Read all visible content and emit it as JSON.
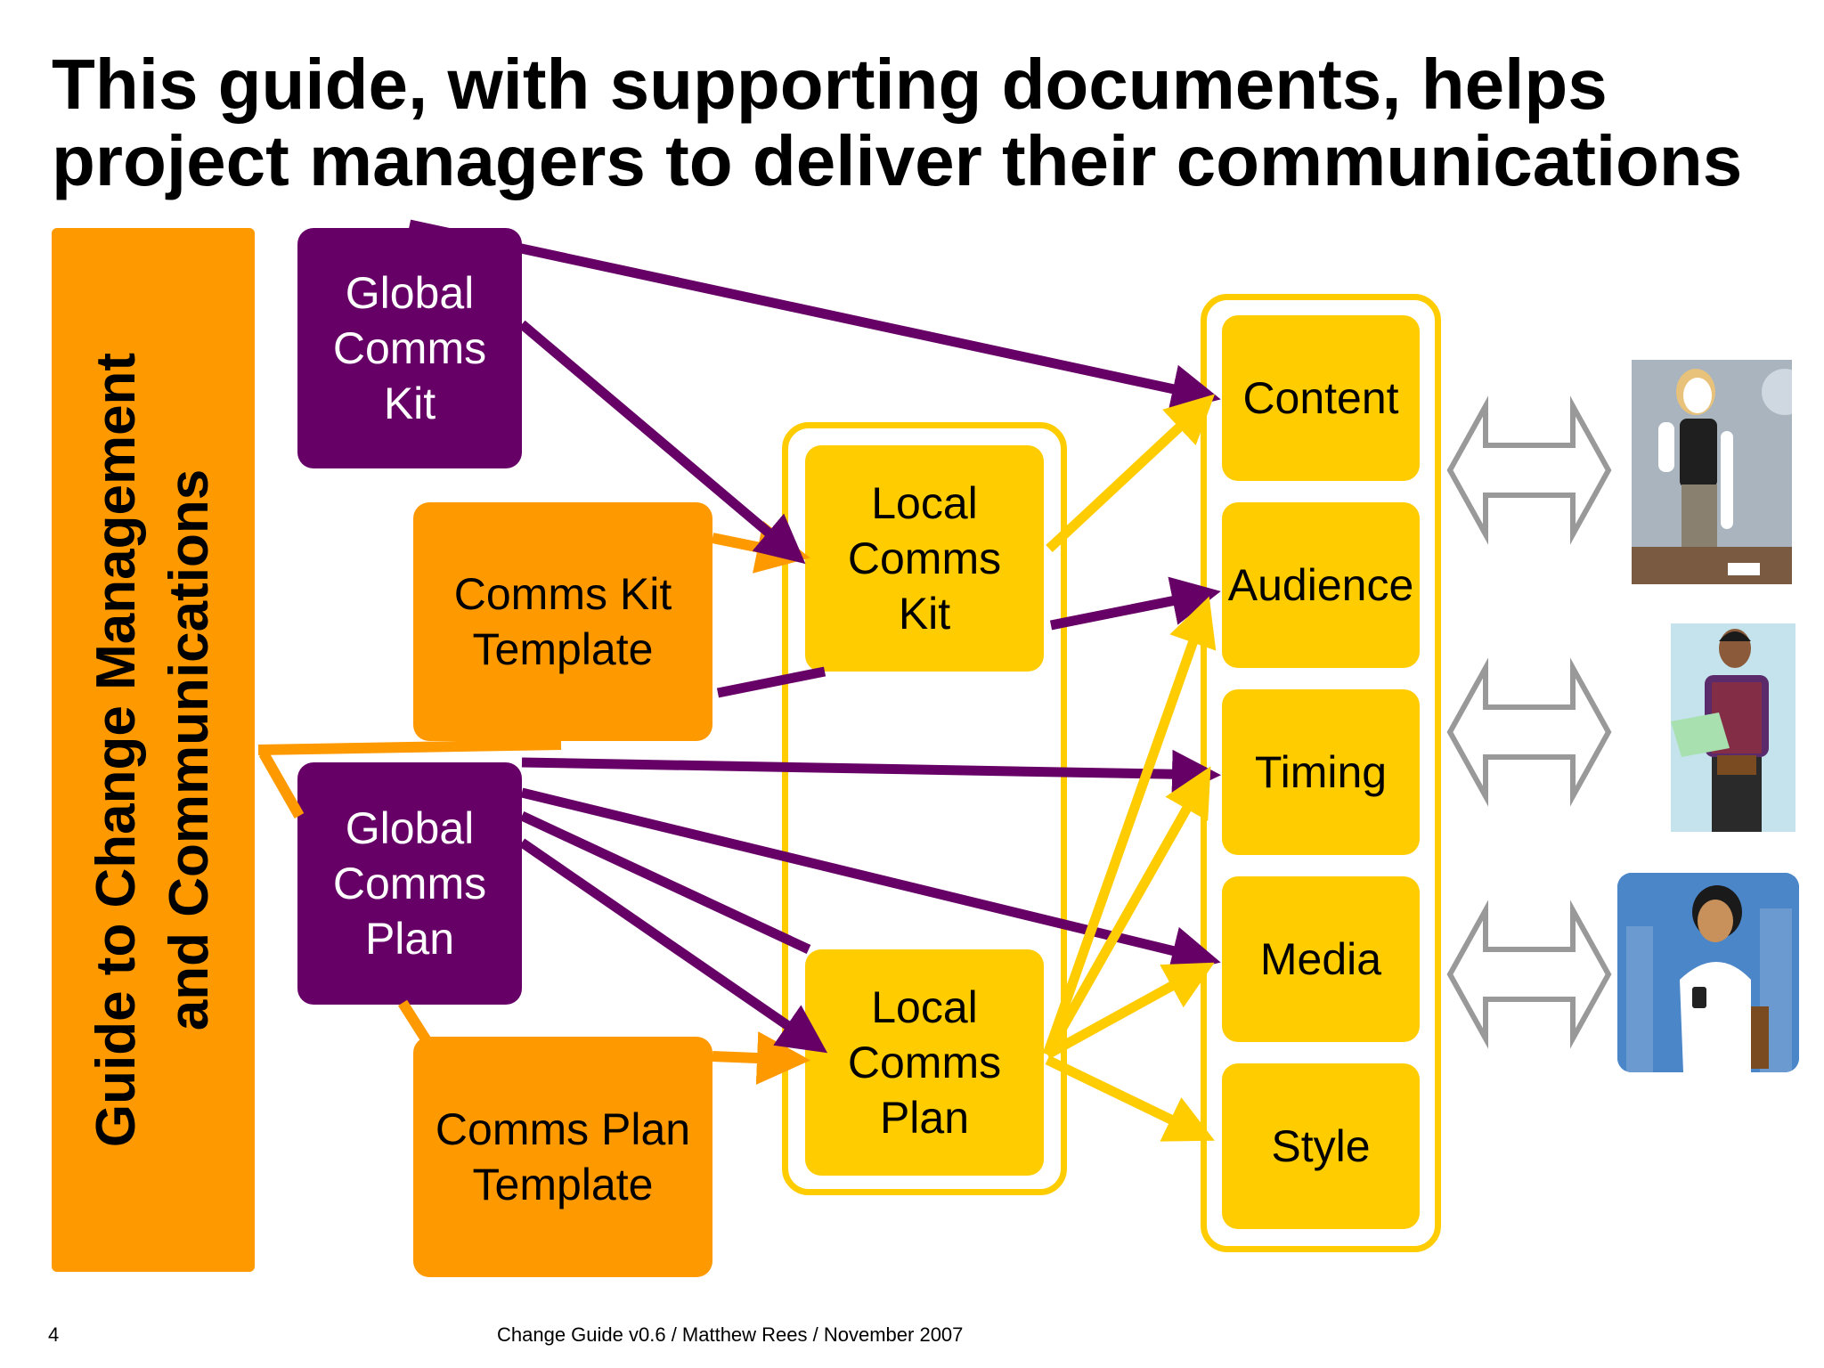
{
  "title": "This guide, with supporting documents, helps\nproject managers to deliver their communications",
  "guide": "Guide to Change Management\nand Communications",
  "documents": {
    "global_comms_kit": "Global\nComms\nKit",
    "comms_kit_template": "Comms Kit\nTemplate",
    "global_comms_plan": "Global\nComms\nPlan",
    "comms_plan_template": "Comms Plan\nTemplate",
    "local_comms_kit": "Local\nComms\nKit",
    "local_comms_plan": "Local\nComms\nPlan"
  },
  "elements": [
    "Content",
    "Audience",
    "Timing",
    "Media",
    "Style"
  ],
  "colors": {
    "purple": "#660066",
    "orange": "#ff9900",
    "yellow": "#ffcc00",
    "grey_arrow": "#999999"
  },
  "footer": {
    "page": "4",
    "text": "Change Guide v0.6 / Matthew Rees / November 2007"
  }
}
